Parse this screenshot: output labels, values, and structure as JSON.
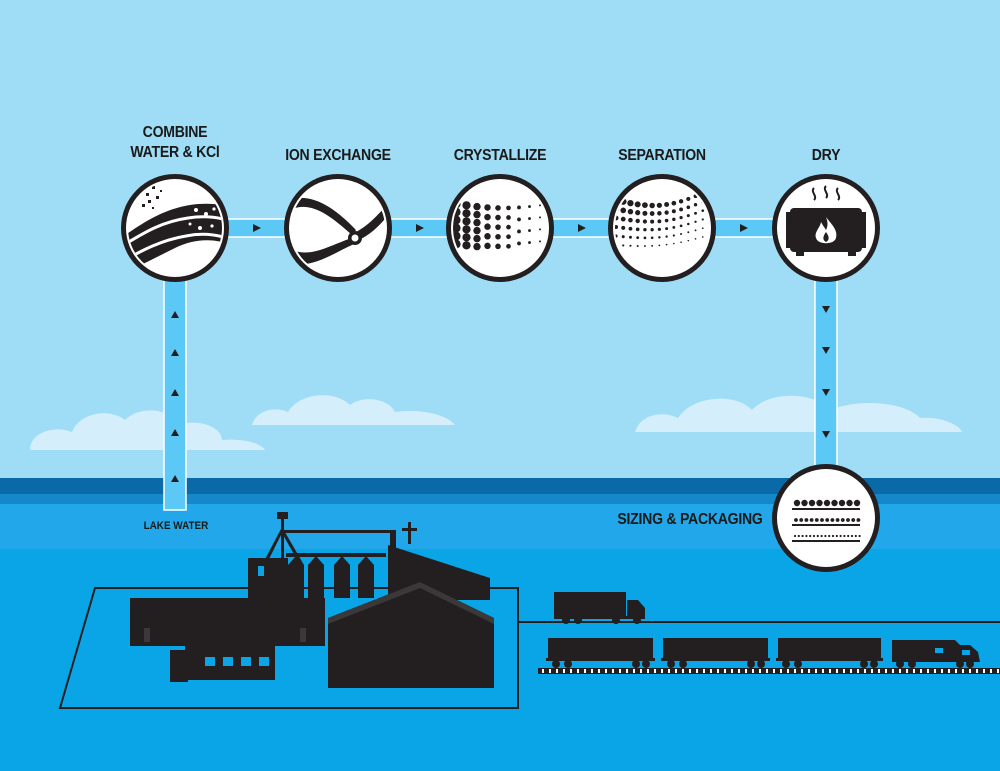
{
  "steps": {
    "combine": {
      "line1": "COMBINE",
      "line2": "WATER & KCl",
      "icon": "water-kcl-flow-icon"
    },
    "ion_exchange": {
      "label": "ION EXCHANGE",
      "icon": "pliers-icon"
    },
    "crystallize": {
      "label": "CRYSTALLIZE",
      "icon": "crystal-dots-icon"
    },
    "separation": {
      "label": "SEPARATION",
      "icon": "separation-dots-icon"
    },
    "dry": {
      "label": "DRY",
      "icon": "dryer-flame-icon"
    },
    "sizing": {
      "label": "SIZING & PACKAGING",
      "icon": "sieve-layers-icon"
    }
  },
  "lake_water_label": "LAKE WATER",
  "colors": {
    "sky": "#9fdcf5",
    "lake": "#0aa5e6",
    "horizon": "#0a6aa8",
    "pipe": "#5cc8f5",
    "silhouette": "#231f20",
    "cloud": "#d4eefb"
  }
}
